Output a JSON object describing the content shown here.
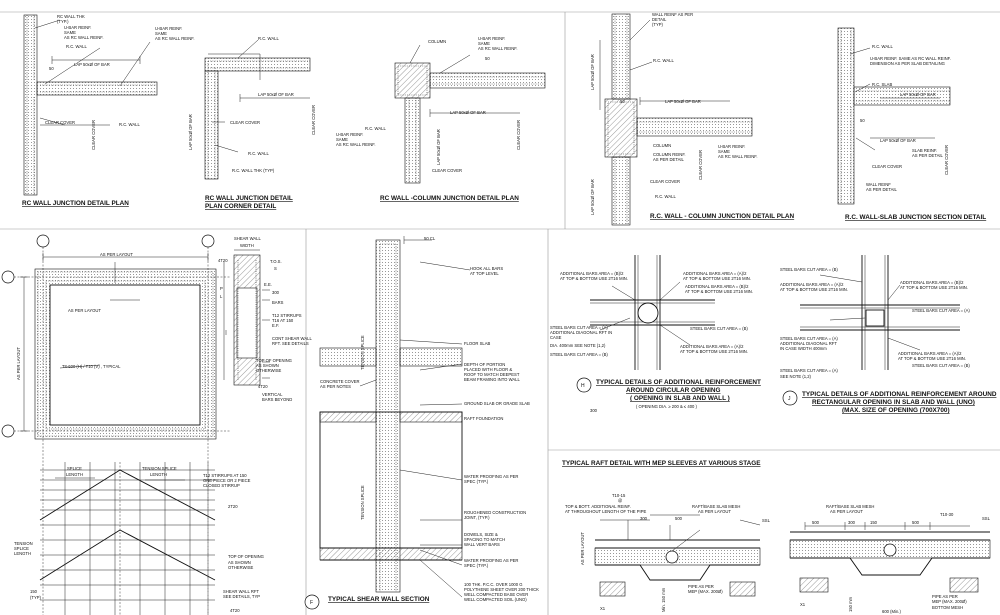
{
  "titles": {
    "a": "RC WALL JUNCTION DETAIL PLAN",
    "b1": "RC WALL JUNCTION DETAIL",
    "b2": "PLAN CORNER DETAIL",
    "c": "RC WALL -COLUMN JUNCTION DETAIL PLAN",
    "d": "R.C. WALL - COLUMN JUNCTION DETAIL PLAN",
    "e": "R.C. WALL-SLAB JUNCTION SECTION DETAIL",
    "f": "TYPICAL SHEAR WALL SECTION",
    "h1": "TYPICAL DETAILS OF ADDITIONAL REINFORCEMENT",
    "h2": "AROUND CIRCULAR OPENING",
    "h3": "( OPENING IN SLAB AND WALL )",
    "j1": "TYPICAL DETAILS OF ADDITIONAL REINFORCEMENT AROUND",
    "j2": "RECTANGULAR OPENING IN SLAB AND WALL (UNO)",
    "j3": "(MAX. SIZE OF OPENING (700X700)",
    "raft": "TYPICAL RAFT DETAIL WITH MEP SLEEVES AT VARIOUS STAGE"
  },
  "bubbles": {
    "f": "F",
    "h": "H",
    "j": "J"
  },
  "a": {
    "rc_wall_thk": "RC WALL THK",
    "typ": "(TYP.)",
    "ubar1": "U-BAR REINF.",
    "ubar2": "SAME",
    "ubar3": "AS RC WALL REINF.",
    "rcwall": "R.C. WALL",
    "lap": "LAP 50xØ OF BAR",
    "d50": "50",
    "clear_cover": "CLEAR COVER",
    "clear_cover_v": "CLEAR COVER",
    "rcwall2": "R.C. WALL"
  },
  "b": {
    "ubar1": "U-BAR REINF.",
    "ubar2": "SAME",
    "ubar3": "AS RC WALL REINF.",
    "rcwall": "R.C. WALL",
    "lap": "LAP 50xØ OF BAR",
    "lap_v": "LAP 50xØ OF BAR",
    "clear_cover": "CLEAR COVER",
    "clear_cover_v": "CLEAR COVER",
    "rcwall2": "R.C. WALL",
    "rcwall_thk": "R.C. WALL THK (TYP)"
  },
  "c": {
    "column": "COLUMN",
    "ubar1": "U-BAR REINF.",
    "ubar2": "SAME",
    "ubar3": "AS RC WALL REINF.",
    "d50": "50",
    "lap": "LAP 50xØ OF BAR",
    "rcwall": "R.C. WALL",
    "ubar_b1": "U-BAR REINF.",
    "ubar_b2": "SAME",
    "ubar_b3": "AS RC WALL REINF.",
    "lap_v": "LAP 50xØ OF BAR",
    "clear_cover_v": "CLEAR COVER",
    "clear_cover": "CLEAR COVER"
  },
  "d": {
    "wall_reinf1": "WALL REINF AS PER",
    "wall_reinf2": "DETAIL",
    "wall_reinf3": "(TYP)",
    "lap_v": "LAP 50xØ OF BAR",
    "rcwall": "R.C. WALL",
    "d50": "50",
    "lap": "LAP 50xØ OF BAR",
    "column": "COLUMN",
    "col_reinf1": "COLUMN REINF.",
    "col_reinf2": "AS PER DETAIL",
    "ubar1": "U-BAR REINF.",
    "ubar2": "SAME",
    "ubar3": "AS RC WALL REINF.",
    "clear_cover_v": "CLEAR COVER",
    "clear_cover": "CLEAR COVER",
    "rcwall2": "R.C. WALL",
    "lap_v2": "LAP 50xØ OF BAR"
  },
  "e": {
    "rcwall": "R.C. WALL",
    "ubar1": "U-BAR REINF. SAME AS RC WALL REINF.",
    "ubar2": "DIMENSION AS PER SLAB DETAILING",
    "rcslab": "R.C. SLAB",
    "lap": "LAP 50xØ OF BAR",
    "d50": "50",
    "lap2": "LAP 50xØ OF BAR",
    "slab_reinf1": "SLAB REINF.",
    "slab_reinf2": "AS PER DETAIL",
    "clear_cover": "CLEAR COVER",
    "clear_cover_v": "CLEAR COVER",
    "wall_reinf1": "WALL REINF",
    "wall_reinf2": "AS PER DETAIL"
  },
  "g": {
    "as_per_layout": "AS PER LAYOUT",
    "as_per_layout2": "AS PER LAYOUT",
    "as_per_layout_v": "AS PER LAYOUT",
    "typical": "T8-600 (H) / T10 (V) , TYPICAL"
  },
  "sw": {
    "shear_wall": "SHEAR WALL",
    "width": "WIDTH",
    "dim4t20": "4T20",
    "tos": "T.O.S.",
    "s": "S",
    "p": "P",
    "l": "L",
    "ee": "E.E.",
    "dim300": "300",
    "bars": "BARS",
    "stirrups1": "T12 STIRRUPS",
    "stirrups2": "T16 AT 150",
    "stirrups3": "E.F.",
    "cont1": "CONT SHEAR WALL",
    "cont2": "RFT. SEE DETAILS",
    "top1": "TOP OF OPENING",
    "top2": "AS SHOWN",
    "top3": "OTHERWISE",
    "dim4t20b": "4T20",
    "vert1": "VERTICAL",
    "vert2": "BARS BEYOND"
  },
  "sec": {
    "cl": "50 CL",
    "hook1": "HOOK ALL BARS",
    "hook2": "AT TOP LEVEL",
    "tension": "TENSION SPLICE",
    "floor": "FLOOR SLAB",
    "depth1": "DEPTH OF PORTION",
    "depth2": "PLACED WITH FLOOR &",
    "depth3": "ROOF TO MATCH DEEPEST",
    "depth4": "BEAM FRAMING INTO WALL",
    "concrete1": "CONCRETE COVER",
    "concrete2": "AS PER NOTES",
    "ground": "GROUND SLAB OR GRADE SLAB",
    "raft": "RAFT FOUNDATION",
    "tension2": "TENSION SPLICE",
    "wp1": "WATER PROOFING AS PER",
    "wp2": "SPEC (TYP.)",
    "rough1": "ROUGHENED CONSTRUCTION",
    "rough2": "JOINT, (TYP.)",
    "dowels1": "DOWELS, SIZE &",
    "dowels2": "SPACING TO MATCH",
    "dowels3": "WALL VERT BARS",
    "wp3": "WATER PROOFING AS PER",
    "wp4": "SPEC (TYP.)",
    "pcc1": "100 THK. P.C.C. OVER 1000 G",
    "pcc2": "POLYTHENE SHEET OVER 200 THICK",
    "pcc3": "WELL COMPACTED BASE OVER",
    "pcc4": "WELL COMPACTED SOIL (UNO)"
  },
  "splice": {
    "splice1": "SPLICE",
    "splice2": "LENGTH",
    "tsplice1": "TENSION SPLICE",
    "tsplice2": "LENGTH",
    "stirr1": "T12 STIRRUPS AT 150",
    "stirr2": "ONE PIECE OR 2 PIECE",
    "stirr3": "CLOSED STIRRUP",
    "dim2t20": "2T20",
    "tension1": "TENSION",
    "tension2": "SPLICE",
    "tension3": "LENGTH",
    "top1": "TOP OF OPENING",
    "top2": "AS SHOWN",
    "top3": "OTHERWISE",
    "sw1": "SHEAR WALL RFT",
    "sw2": "SEE DETAILS, TYP",
    "dim150": "150",
    "typ": "(TYP)",
    "dim4t20": "4T20"
  },
  "h": {
    "add1": "ADDITIONAL BARS AREA = (B)/2",
    "add2": "AT TOP & BOTTOM USE 2T16 MIN.",
    "add3": "ADDITIONAL BARS AREA = (A)/2",
    "add4": "AT TOP & BOTTOM USE 2T16 MIN.",
    "steel1": "STEEL BARS CUT AREA = (A)",
    "diag1": "ADDITIONAL DIAGONAL RFT IN",
    "diag2": "CASE",
    "dia": "DIA. 400mm SEE NOTE (1,2)",
    "steel2": "STEEL BARS CUT AREA = (B)",
    "add5": "ADDITIONAL BARS AREA = (A)/2",
    "add6": "AT TOP & BOTTOM USE 2T16 MIN.",
    "steel3": "STEEL BARS CUT AREA = (B)",
    "add7": "ADDITIONAL BARS AREA = (B)/2",
    "add8": "AT TOP & BOTTOM USE 2T16 MIN.",
    "opening": "( OPENING DIA. ≥ 200 & ≤ 400 )",
    "dim": "300"
  },
  "j": {
    "steel1": "STEEL BARS CUT AREA = (B)",
    "add1": "ADDITIONAL BARS AREA = (B)/2",
    "add2": "AT TOP & BOTTOM USE 2T16 MIN.",
    "add3": "ADDITIONAL BARS AREA = (A)/2",
    "add4": "AT TOP & BOTTOM USE 2T16 MIN.",
    "steel2": "STEEL BARS CUT AREA = (A)",
    "steel3": "STEEL BARS CUT AREA = (A)",
    "diag1": "ADDITIONAL DIAGONAL RFT",
    "diag2": "IN CASE WIDTH 400mm",
    "add5": "ADDITIONAL BARS AREA = (A)/2",
    "add6": "AT TOP & BOTTOM USE 2T16 MIN.",
    "steel4": "STEEL BARS CUT AREA = (B)",
    "note": "SEE NOTE (1,2)",
    "steel5": "STEEL BARS CUT AREA = (A)"
  },
  "raftd": {
    "t1": "T10-15",
    "t2": "@",
    "top1": "TOP & BOTT. ADDITIONAL REINF.",
    "top2": "AT THROUGHOUT LENGTH OF THE PIPE",
    "d300": "300",
    "mesh1": "RAFT/BASE SLAB MESH",
    "mesh2": "AS PER LAYOUT",
    "d500": "500",
    "ssl": "SSL",
    "raft_v": "AS PER LAYOUT",
    "pipe1": "PIPE AS PER",
    "pipe2": "MEP (MAX. 200Ø)",
    "min": "Min. 150 mm",
    "mesh3": "RAFT/BASE SLAB MESH",
    "mesh4": "AS PER LAYOUT",
    "d500b": "500",
    "d500c": "500",
    "d300b": "300",
    "d150": "150",
    "t10": "T10-30",
    "ssl2": "SSL",
    "pipe3": "PIPE AS PER",
    "pipe4": "MEP (MAX. 200Ø)",
    "min2": "150 mm",
    "bottom": "BOTTOM MESH",
    "d600": "600 (Min.)",
    "x1": "X1",
    "x2": "X1"
  }
}
